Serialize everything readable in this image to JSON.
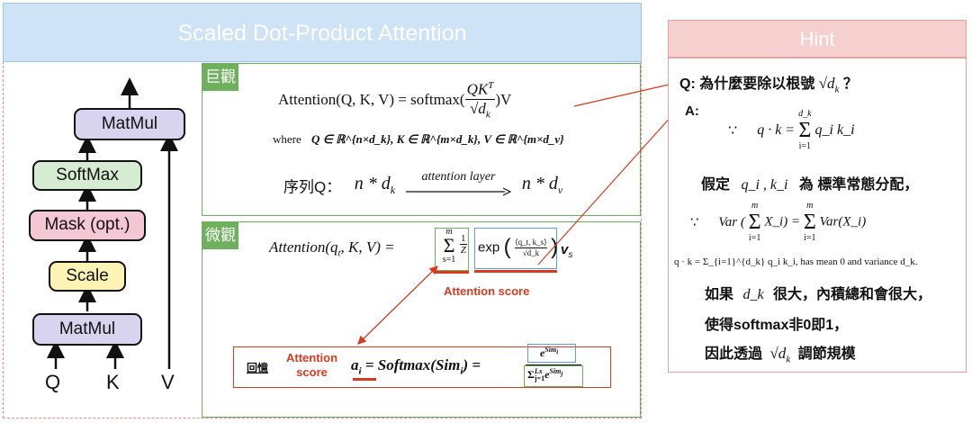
{
  "title": "Scaled Dot-Product Attention",
  "diagram": {
    "blocks": {
      "matmul_top": "MatMul",
      "softmax": "SoftMax",
      "mask": "Mask (opt.)",
      "scale": "Scale",
      "matmul_bottom": "MatMul"
    },
    "inputs": [
      "Q",
      "K",
      "V"
    ]
  },
  "macro": {
    "tag": "巨觀",
    "attention_lhs": "Attention(Q, K, V) = softmax(",
    "frac_num": "QK",
    "frac_num_sup": "T",
    "frac_den": "√d",
    "frac_den_sub": "k",
    "attention_rhs": ")V",
    "where_label": "where",
    "where_formula": "Q ∈ ℝ^{n×d_k}, K ∈ ℝ^{m×d_k}, V ∈ ℝ^{m×d_v}",
    "seq_label": "序列Q：",
    "seq_left": "n * d",
    "seq_left_sub": "k",
    "arrow_label": "attention layer",
    "seq_right": "n * d",
    "seq_right_sub": "v"
  },
  "micro": {
    "tag": "微觀",
    "formula_lhs": "Attention(q",
    "formula_lhs_sub": "t",
    "formula_lhs_rest": ", K, V) =",
    "sum_top": "m",
    "sum_bottom": "s=1",
    "frac_one": "1",
    "frac_z": "Z",
    "exp_label": "exp",
    "exp_num": "⟨q_t, k_s⟩",
    "exp_den": "√d_k",
    "v_s": "v",
    "v_s_sub": "s",
    "score_label": "Attention score"
  },
  "recall": {
    "label": "回憶",
    "score_line1": "Attention",
    "score_line2": "score",
    "formula": "a",
    "formula_sub": "i",
    "formula_mid": " = Softmax(Sim",
    "formula_mid_sub": "i",
    "formula_end": ") =",
    "num": "e",
    "num_sup": "Sim",
    "num_sup_sub": "i",
    "den": "Σ",
    "den_sub": "j=1",
    "den_sup": "Lx",
    "den_e": "e",
    "den_e_sup": "Sim",
    "den_e_sup_sub": "j"
  },
  "hint": {
    "header": "Hint",
    "question": "Q: 為什麼要除以根號",
    "question_sym": "√d",
    "question_sub": "k",
    "question_end": "？",
    "answer_label": "A:",
    "because1": "∵",
    "dot_lhs": "q · k =",
    "dot_sum_top": "d_k",
    "dot_sum_bottom": "i=1",
    "dot_term": "q_i k_i",
    "assume_prefix": "假定",
    "assume_vars": "q_i , k_i",
    "assume_suffix": "為 標準常態分配，",
    "because2": "∵",
    "var_lhs": "Var (",
    "var_sum_top": "m",
    "var_sum_bottom": "i=1",
    "var_xi": "X_i) =",
    "var_rhs_sum_top": "m",
    "var_rhs_sum_bottom": "i=1",
    "var_rhs": "Var(X_i)",
    "paper_line": "q · k = Σ_{i=1}^{d_k} q_i k_i, has mean 0 and variance d_k.",
    "line1_prefix": "如果",
    "line1_var": "d_k",
    "line1_suffix": "很大，內積總和會很大，",
    "line2": "使得softmax非0即1，",
    "line3_prefix": "因此透過",
    "line3_sym": "√d",
    "line3_sub": "k",
    "line3_suffix": "調節規模"
  },
  "colors": {
    "green": "#6fb05f",
    "red": "#d93a1e",
    "blue_box": "#5aa0dc",
    "matmul_fill": "#d8d3ee",
    "softmax_fill": "#d6ecd2",
    "mask_fill": "#f4c7d5",
    "scale_fill": "#fcf3b5"
  }
}
